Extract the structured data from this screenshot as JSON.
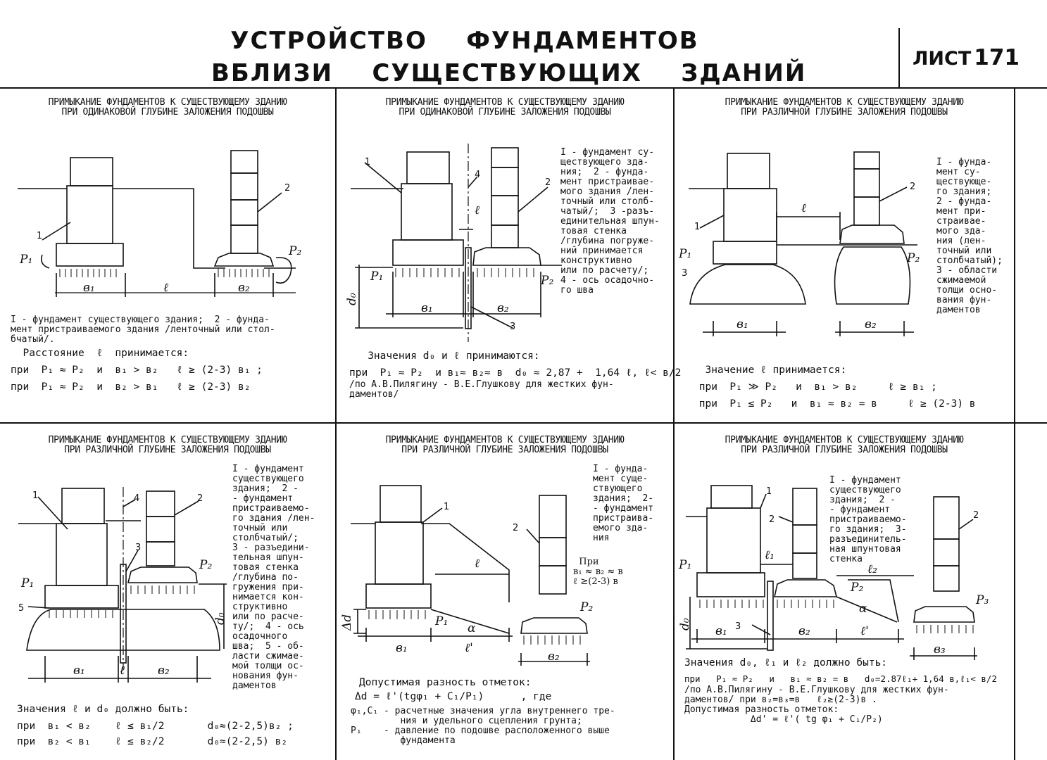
{
  "header": {
    "title_line1": "УСТРОЙСТВО    ФУНДАМЕНТОВ",
    "title_line2": "ВБЛИЗИ    СУЩЕСТВУЮЩИХ    ЗДАНИЙ",
    "sheet_label": "ЛИСТ",
    "sheet_number": "171"
  },
  "panels": [
    {
      "title1": "ПРИМЫКАНИЕ ФУНДАМЕНТОВ К СУЩЕСТВУЮЩЕМУ ЗДАНИЮ",
      "title2": "ПРИ ОДИНАКОВОЙ ГЛУБИНЕ ЗАЛОЖЕНИЯ ПОДОШВЫ",
      "labels": {
        "n1": "1",
        "n2": "2",
        "p1": "P₁",
        "p2": "P₂",
        "b1": "в₁",
        "b2": "в₂",
        "l": "ℓ"
      },
      "legend": "I - фундамент существующего здания;  2 - фунда-\nмент пристраиваемого здания /ленточный или стол-\nбчатый/.",
      "rule_intro": "  Расстояние  ℓ  принимается:",
      "rule1": "при  P₁ ≈ P₂  и  в₁ > в₂   ℓ ≥ (2-3) в₁ ;",
      "rule2": "при  P₁ ≈ P₂  и  в₂ > в₁   ℓ ≥ (2-3) в₂"
    },
    {
      "title1": "ПРИМЫКАНИЕ ФУНДАМЕНТОВ К СУЩЕСТВУЮЩЕМУ ЗДАНИЮ",
      "title2": "ПРИ ОДИНАКОВОЙ ГЛУБИНЕ  ЗАЛОЖЕНИЯ ПОДОШВЫ",
      "labels": {
        "n1": "1",
        "n2": "2",
        "n3": "3",
        "n4": "4",
        "p1": "P₁",
        "p2": "P₂",
        "b1": "в₁",
        "b2": "в₂",
        "l": "ℓ",
        "d0": "d₀"
      },
      "legend": "I - фундамент су-\nществующего зда-\nния;  2 - фунда-\nмент пристраивае-\nмого здания /лен-\nточный или столб-\nчатый/;  3 -разъ-\nединительная шпун-\nтовая стенка\n/глубина погруже-\nний принимается\nконструктивно\nили по расчету/;\n4 - ось осадочно-\nго шва",
      "rule_intro": "   Значения d₀ и ℓ принимаются:",
      "rule1": "при  P₁ ≈ P₂  и в₁≈ в₂≈ в  d₀ ≈ 2,87 +  1,64 ℓ, ℓ< в/2",
      "rule2": "/по А.В.Пилягину - В.Е.Глушкову для жестких фун-\nдаментов/"
    },
    {
      "title1": "ПРИМЫКАНИЕ ФУНДАМЕНТОВ К СУЩЕСТВУЮЩЕМУ ЗДАНИЮ",
      "title2": "ПРИ РАЗЛИЧНОЙ ГЛУБИНЕ   ЗАЛОЖЕНИЯ ПОДОШВЫ",
      "labels": {
        "n1": "1",
        "n2": "2",
        "n3": "3",
        "p1": "P₁",
        "p2": "P₂",
        "b1": "в₁",
        "b2": "в₂",
        "l": "ℓ"
      },
      "legend": "I - фунда-\nмент су-\nществующе-\nго здания;\n2 - фунда-\nмент при-\nстраивае-\nмого зда-\nния (лен-\nточный или\nстолбчатый);\n3 - области\nсжимаемой\nтолщи осно-\nвания фун-\nдаментов",
      "rule_intro": "  Значение ℓ принимается:",
      "rule1": " при  P₁ ≫ P₂   и  в₁ > в₂     ℓ ≥ в₁ ;",
      "rule2": " при  P₁ ≤ P₂   и  в₁ ≈ в₂ = в     ℓ ≥ (2-3) в"
    },
    {
      "title1": "ПРИМЫКАНИЕ ФУНДАМЕНТОВ К СУЩЕСТВУЮЩЕМУ ЗДАНИЮ",
      "title2": "ПРИ РАЗЛИЧНОЙ ГЛУБИНЕ  ЗАЛОЖЕНИЯ ПОДОШВЫ",
      "labels": {
        "n1": "1",
        "n2": "2",
        "n3": "3",
        "n4": "4",
        "n5": "5",
        "p1": "P₁",
        "p2": "P₂",
        "b1": "в₁",
        "b2": "в₂",
        "l": "ℓ",
        "d0": "d₀"
      },
      "legend": "I - фундамент\nсуществующего\nздания;  2 -\n- фундамент\nпристраиваемо-\nго здания /лен-\nточный или\nстолбчатый/;\n3 - разъедини-\nтельная шпун-\nтовая стенка\n/глубина по-\nгружения при-\nнимается кон-\nструктивно\nили по расче-\nту/;  4 - ось\nосадочного\nшва;  5 - об-\nласти сжимае-\nмой толщи ос-\nнования фун-\nдаментов",
      "rule_intro": "Значения ℓ и d₀ должно быть:",
      "rule1": "при  в₁ < в₂    ℓ ≤ в₁/2       d₀≈(2-2,5)в₂ ;",
      "rule2": "при  в₂ < в₁    ℓ ≤ в₂/2       d₀≈(2-2,5) в₂"
    },
    {
      "title1": "ПРИМЫКАНИЕ ФУНДАМЕНТОВ К СУЩЕСТВУЮЩЕМУ ЗДАНИЮ",
      "title2": "ПРИ РАЗЛИЧНОЙ ГЛУБИНЕ  ЗАЛОЖЕНИЯ ПОДОШВЫ",
      "labels": {
        "n1": "1",
        "n2": "2",
        "p1": "P₁",
        "p2": "P₂",
        "b1": "в₁",
        "b2": "в₂",
        "l": "ℓ",
        "lp": "ℓ'",
        "dd": "Δd",
        "alpha": "α"
      },
      "legend": "I - фунда-\nмент суще-\nствующего\nздания;  2-\n- фундамент\nпристраива-\nемого зда-\nния",
      "cond": "  При\nв₁ ≈ в₂ ≈ в\nℓ ≥(2-3) в",
      "rule_intro": "Допустимая разность отметок:",
      "rule1": "Δd = ℓ'(tgφ₁ + C₁/P₁)      , где",
      "rule2": "φ₁,C₁ - расчетные значения угла внутреннего тре-\n         ния и удельного сцепления грунта;\nP₁    - давление по подошве расположенного выше\n         фундамента"
    },
    {
      "title1": "ПРИМЫКАНИЕ ФУНДАМЕНТОВ К СУЩЕСТВУЮЩЕМУ ЗДАНИЮ",
      "title2": "ПРИ РАЗЛИЧНОЙ ГЛУБИНЕ  ЗАЛОЖЕНИЯ ПОДОШВЫ",
      "labels": {
        "n1": "1",
        "n2a": "2",
        "n2b": "2",
        "n3": "3",
        "p1": "P₁",
        "p2": "P₂",
        "p3": "P₃",
        "b1": "в₁",
        "b2": "в₂",
        "b3": "в₃",
        "l1": "ℓ₁",
        "l2": "ℓ₂",
        "lp": "ℓ'",
        "d0": "d₀",
        "alpha": "α"
      },
      "legend": "I - фундамент\nсуществующего\nздания;  2 -\n- фундамент\nпристраиваемо-\nго здания;  3-\nразъединитель-\nная шпунтовая\nстенка",
      "rule_intro": "Значения d₀, ℓ₁ и ℓ₂ должно быть:",
      "rule1": "при   P₁ ≈ P₂   и   в₁ ≈ в₂ = в   d₀=2.87ℓ₁+ 1,64 в,ℓ₁< в/2",
      "rule2": "/по А.В.Пилягину - В.Е.Глушкову для жестких фун-\nдаментов/ при в₂=в₃=в   ℓ₂≥(2-3)в .\nДопустимая разность отметок:\n            Δd' = ℓ'( tg φ₁ + C₁/P₂)"
    }
  ]
}
